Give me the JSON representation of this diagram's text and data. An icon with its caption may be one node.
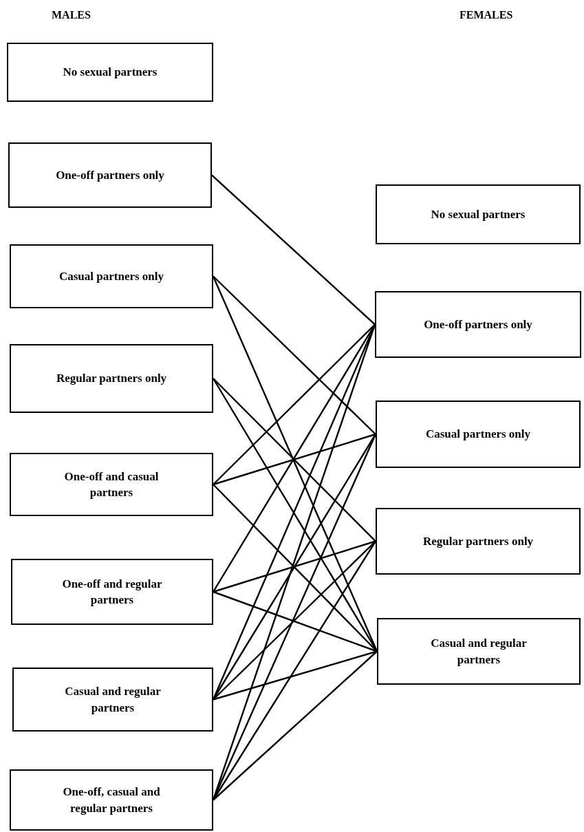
{
  "diagram": {
    "nodes": [
      {
        "text": [
          "No sexual partners"
        ]
      },
      {
        "text": [
          "One-off partners only"
        ]
      },
      {
        "text": [
          "Casual partners only"
        ]
      },
      {
        "text": [
          "Regular partners only"
        ]
      },
      {
        "text": [
          "One-off and casual partners"
        ]
      },
      {
        "text": [
          "One-off and regular partners"
        ]
      },
      {
        "text": [
          "Casual and regular partners"
        ]
      },
      {
        "text": [
          "One-off, casual and regular partners"
        ]
      },
      {
        "text": [
          "No sexual partners"
        ]
      },
      {
        "text": [
          "One-off partners only"
        ]
      },
      {
        "text": [
          "Casual partners only"
        ]
      },
      {
        "text": [
          "Regular partners only"
        ]
      },
      {
        "text": [
          "Casual and regular partners"
        ]
      }
    ],
    "edges": [
      {
        "from": 1,
        "to": 9,
        "arrow": "none"
      },
      {
        "from": 2,
        "to": 10,
        "arrow": "none"
      },
      {
        "from": 2,
        "to": 12,
        "arrow": "none"
      },
      {
        "from": 3,
        "to": 11,
        "arrow": "none"
      },
      {
        "from": 3,
        "to": 12,
        "arrow": "none"
      },
      {
        "from": 4,
        "to": 9,
        "arrow": "none"
      },
      {
        "from": 4,
        "to": 10,
        "arrow": "none"
      },
      {
        "from": 4,
        "to": 12,
        "arrow": "none"
      },
      {
        "from": 5,
        "to": 9,
        "arrow": "none"
      },
      {
        "from": 5,
        "to": 11,
        "arrow": "none"
      },
      {
        "from": 5,
        "to": 12,
        "arrow": "none"
      },
      {
        "from": 6,
        "to": 9,
        "arrow": "none"
      },
      {
        "from": 6,
        "to": 10,
        "arrow": "none"
      },
      {
        "from": 6,
        "to": 11,
        "arrow": "none"
      },
      {
        "from": 6,
        "to": 12,
        "arrow": "none"
      },
      {
        "from": 7,
        "to": 9,
        "arrow": "none"
      },
      {
        "from": 7,
        "to": 10,
        "arrow": "none"
      },
      {
        "from": 7,
        "to": 11,
        "arrow": "none"
      },
      {
        "from": 7,
        "to": 12,
        "arrow": "none"
      }
    ],
    "labels": [
      "MALES",
      "FEMALES"
    ]
  }
}
